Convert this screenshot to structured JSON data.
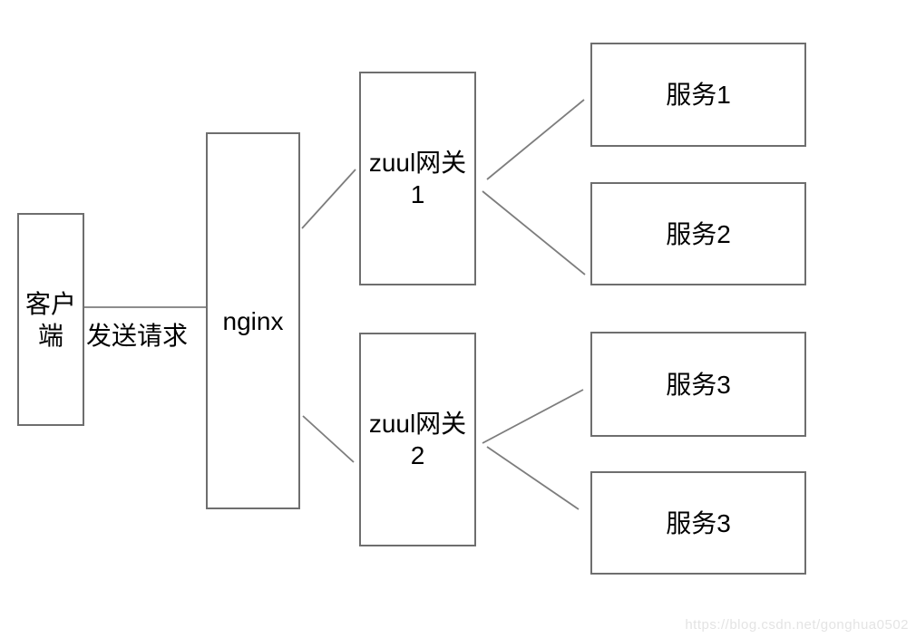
{
  "diagram": {
    "nodes": [
      {
        "id": "client",
        "label": "客户端"
      },
      {
        "id": "nginx",
        "label": "nginx"
      },
      {
        "id": "zuul-gateway-1",
        "label": "zuul网关1"
      },
      {
        "id": "zuul-gateway-2",
        "label": "zuul网关2"
      },
      {
        "id": "service-1",
        "label": "服务1"
      },
      {
        "id": "service-2",
        "label": "服务2"
      },
      {
        "id": "service-3a",
        "label": "服务3"
      },
      {
        "id": "service-3b",
        "label": "服务3"
      }
    ],
    "edges": [
      {
        "from": "client",
        "to": "nginx",
        "label": "发送请求"
      },
      {
        "from": "nginx",
        "to": "zuul-gateway-1",
        "label": ""
      },
      {
        "from": "nginx",
        "to": "zuul-gateway-2",
        "label": ""
      },
      {
        "from": "zuul-gateway-1",
        "to": "service-1",
        "label": ""
      },
      {
        "from": "zuul-gateway-1",
        "to": "service-2",
        "label": ""
      },
      {
        "from": "zuul-gateway-2",
        "to": "service-3a",
        "label": ""
      },
      {
        "from": "zuul-gateway-2",
        "to": "service-3b",
        "label": ""
      }
    ]
  },
  "watermark": "https://blog.csdn.net/gonghua0502",
  "colors": {
    "background": "#ffffff",
    "box-border": "#6e6e6e",
    "connector": "#7d7d7d",
    "text": "#000000",
    "watermark-color": "#e4e4e4"
  }
}
